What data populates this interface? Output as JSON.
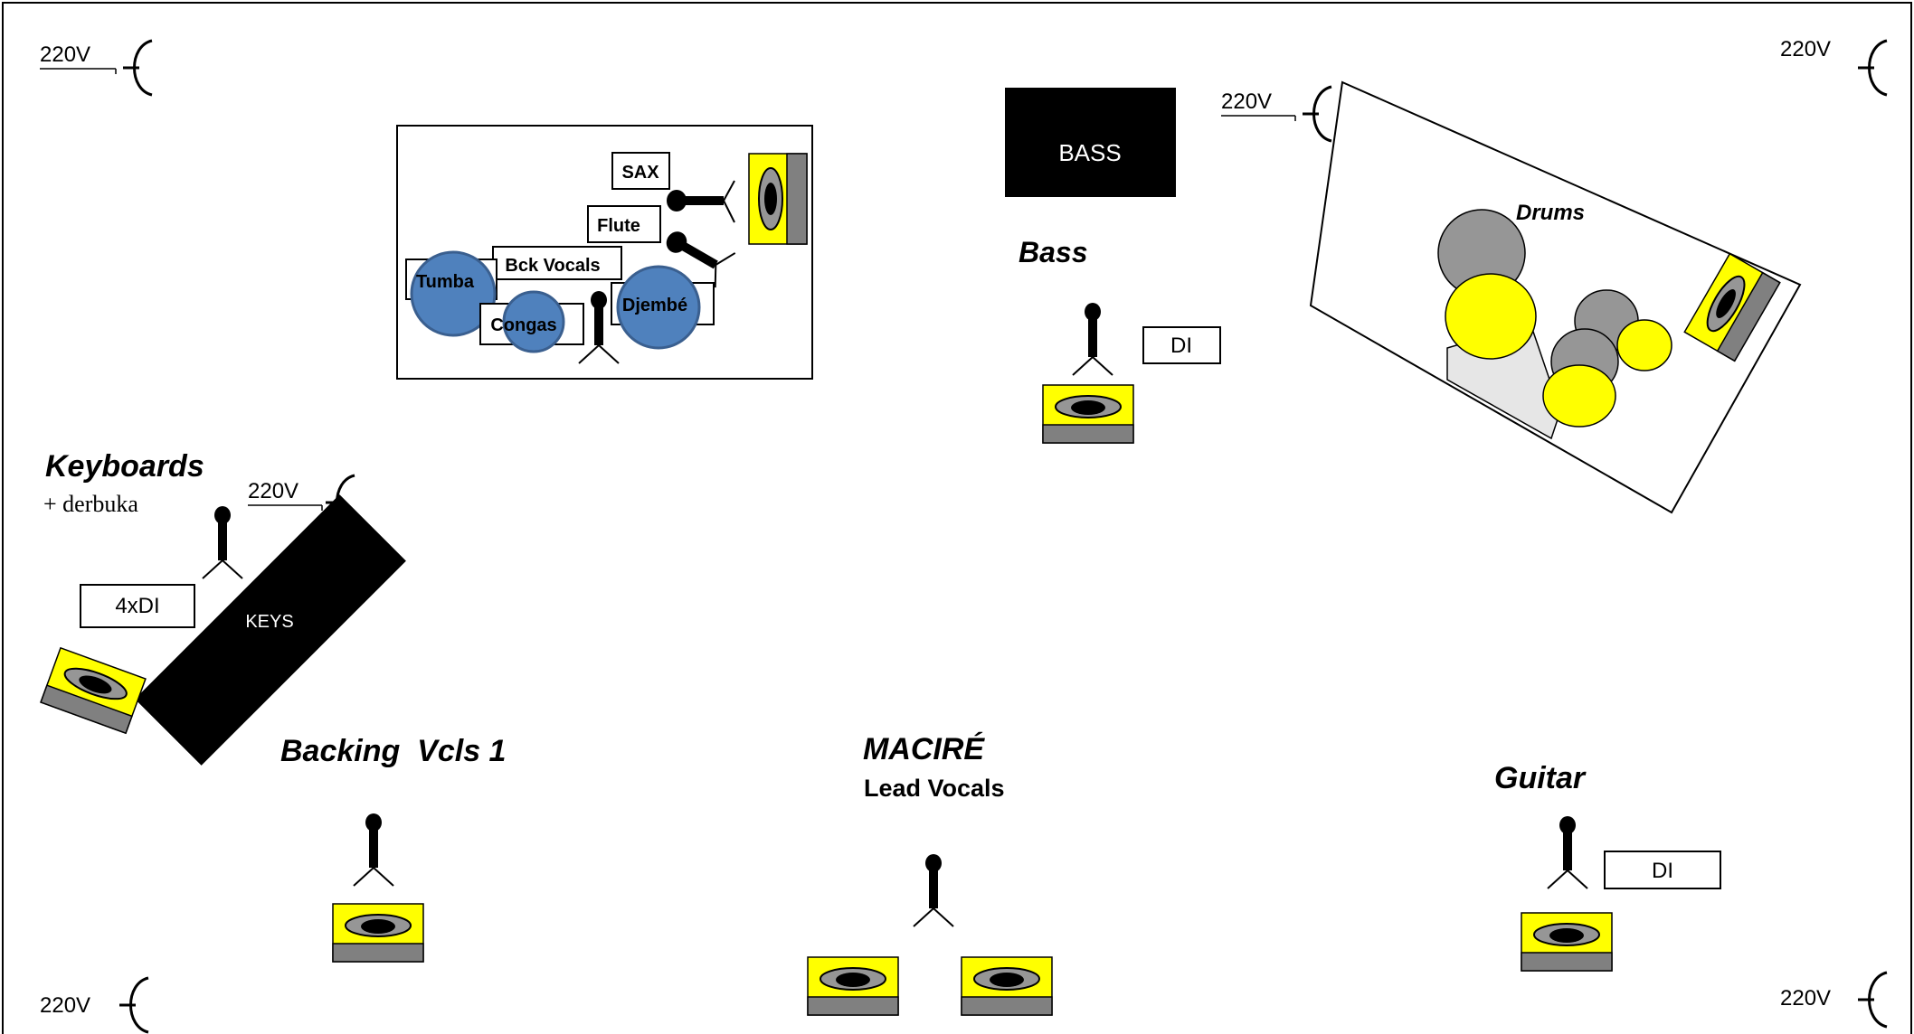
{
  "power_label": "220V",
  "labels": {
    "sax": "SAX",
    "flute": "Flute",
    "bck_vocals": "Bck Vocals",
    "tumba": "Tumba",
    "congas": "Congas",
    "djembe": "Djembé",
    "bass_amp": "BASS",
    "bass": "Bass",
    "drums": "Drums",
    "keyboards": "Keyboards",
    "derbuka": "+ derbuka",
    "keys": "KEYS",
    "di_4x": "4xDI",
    "di": "DI",
    "backing_vocals_1": "Backing  Vcls 1",
    "macire": "MACIRÉ",
    "lead_vocals": "Lead Vocals",
    "guitar": "Guitar"
  },
  "colors": {
    "monitor_yellow": "#ffff00",
    "monitor_gray": "#808080",
    "percussion_blue": "#4f81bd",
    "drum_gray": "#969696"
  }
}
